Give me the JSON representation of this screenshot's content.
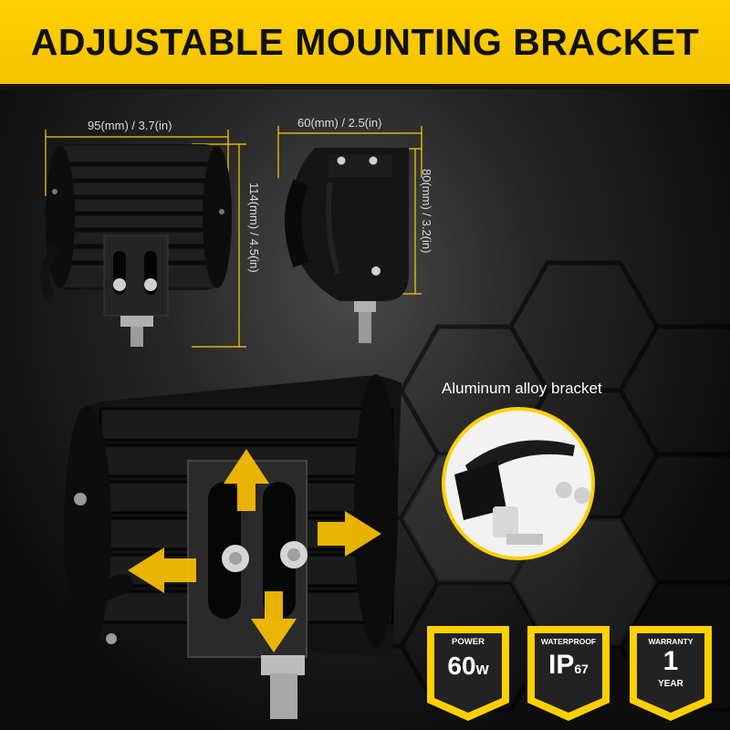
{
  "header": {
    "title": "ADJUSTABLE MOUNTING BRACKET"
  },
  "dimensions": {
    "width_label": "95(mm) / 3.7(in)",
    "height_label": "114(mm) / 4.5(in)",
    "depth_label": "60(mm) / 2.5(in)",
    "side_height_label": "80(mm) / 3.2(in)"
  },
  "bracket_callout": {
    "label": "Aluminum alloy bracket"
  },
  "badges": [
    {
      "label": "POWER",
      "value": "60",
      "unit": "w"
    },
    {
      "label": "WATERPROOF",
      "value": "IP",
      "unit": "67"
    },
    {
      "label": "WARRANTY",
      "value": "1",
      "unit": "YEAR"
    }
  ],
  "colors": {
    "brand_yellow": "#ffd000",
    "badge_dark": "#2a2a2a",
    "arrow_yellow": "#ffc400"
  },
  "icons": [
    "expand-arrows-icon"
  ]
}
